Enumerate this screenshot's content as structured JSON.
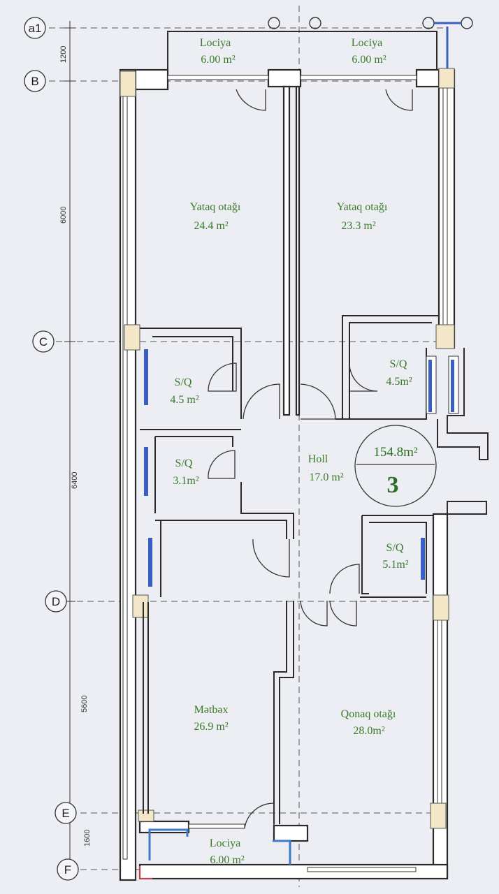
{
  "axes": {
    "a1": "a1",
    "B": "B",
    "C": "C",
    "D": "D",
    "E": "E",
    "F": "F"
  },
  "dimensions": {
    "d1": "1200",
    "d2": "6000",
    "d3": "6400",
    "d4": "5600",
    "d5": "1600"
  },
  "rooms": {
    "loggia_left": {
      "name": "Lociya",
      "area": "6.00 m²"
    },
    "loggia_right": {
      "name": "Lociya",
      "area": "6.00 m²"
    },
    "bedroom_left": {
      "name": "Yataq otağı",
      "area": "24.4 m²"
    },
    "bedroom_right": {
      "name": "Yataq otağı",
      "area": "23.3 m²"
    },
    "bath1": {
      "name": "S/Q",
      "area": "4.5 m²"
    },
    "bath2": {
      "name": "S/Q",
      "area": "4.5m²"
    },
    "bath3": {
      "name": "S/Q",
      "area": "3.1m²"
    },
    "hall": {
      "name": "Holl",
      "area": "17.0 m²"
    },
    "bath4": {
      "name": "S/Q",
      "area": "5.1m²"
    },
    "kitchen": {
      "name": "Mətbəx",
      "area": "26.9 m²"
    },
    "living": {
      "name": "Qonaq otağı",
      "area": "28.0m²"
    },
    "loggia_bottom": {
      "name": "Lociya",
      "area": "6.00 m²"
    }
  },
  "summary": {
    "total_area": "154.8m²",
    "rooms_count": "3"
  },
  "colors": {
    "label_green": "#3a7a2a",
    "window_blue": "#3b5fc0",
    "background": "#eceef3"
  }
}
